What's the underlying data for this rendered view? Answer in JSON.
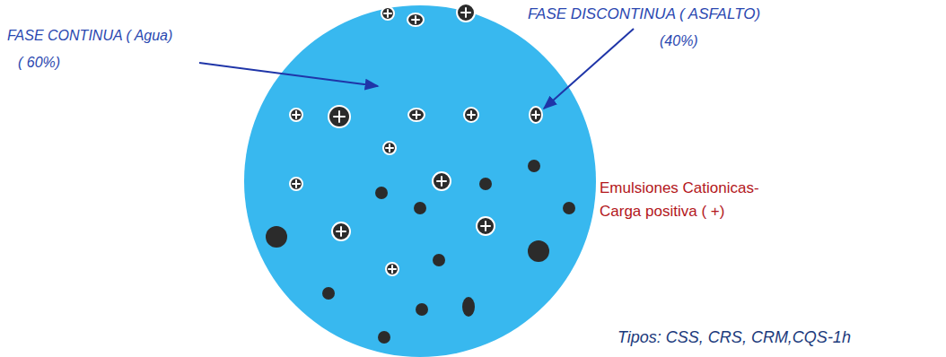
{
  "diagram": {
    "labels": [
      "FASE CONTINUA ( Agua)",
      "( 60%)",
      "FASE DISCONTINUA ( ASFALTO)",
      "(40%)",
      "Emulsiones Cationicas-",
      "Carga positiva ( +)",
      "Tipos: CSS, CRS, CRM,CQS-1h"
    ]
  }
}
